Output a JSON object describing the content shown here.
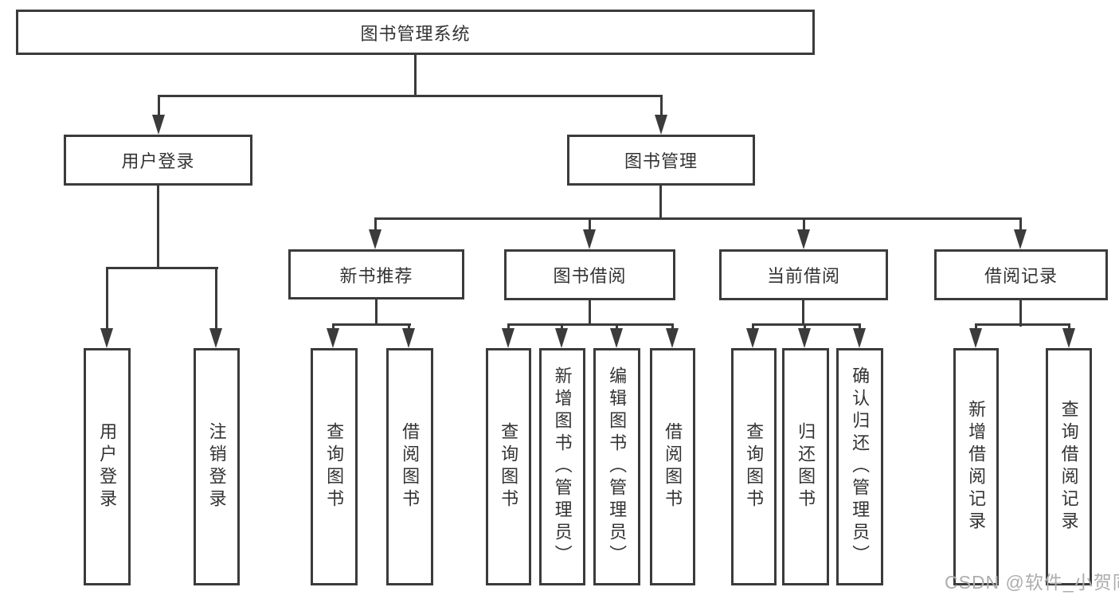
{
  "diagram_title": "图书管理系统",
  "colors": {
    "line": "#3b3b3b",
    "box_border": "#3b3b3b",
    "text": "#333333",
    "background": "#ffffff",
    "watermark": "#adadad"
  },
  "tree": {
    "label": "图书管理系统",
    "children": [
      {
        "label": "用户登录",
        "children": [
          {
            "label": "用户登录"
          },
          {
            "label": "注销登录"
          }
        ]
      },
      {
        "label": "图书管理",
        "children": [
          {
            "label": "新书推荐",
            "children": [
              {
                "label": "查询图书"
              },
              {
                "label": "借阅图书"
              }
            ]
          },
          {
            "label": "图书借阅",
            "children": [
              {
                "label": "查询图书"
              },
              {
                "label": "新增图书（管理员）"
              },
              {
                "label": "编辑图书（管理员）"
              },
              {
                "label": "借阅图书"
              }
            ]
          },
          {
            "label": "当前借阅",
            "children": [
              {
                "label": "查询图书"
              },
              {
                "label": "归还图书"
              },
              {
                "label": "确认归还（管理员）"
              }
            ]
          },
          {
            "label": "借阅记录",
            "children": [
              {
                "label": "新增借阅记录"
              },
              {
                "label": "查询借阅记录"
              }
            ]
          }
        ]
      }
    ]
  },
  "watermark": {
    "text": "CSDN @软件_小贺同学"
  }
}
